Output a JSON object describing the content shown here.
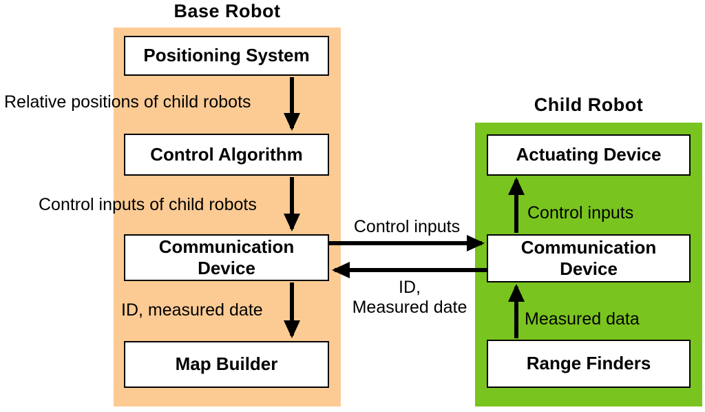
{
  "colors": {
    "background": "#FFFFFF",
    "base_panel": "#FCCB94",
    "child_panel": "#79C41F",
    "box_fill": "#FFFFFF",
    "box_border": "#000000",
    "arrow": "#000000",
    "text": "#000000"
  },
  "base_robot": {
    "title": "Base Robot",
    "boxes": {
      "positioning_system": "Positioning System",
      "control_algorithm": "Control Algorithm",
      "communication_device": "Communication\nDevice",
      "map_builder": "Map Builder"
    }
  },
  "child_robot": {
    "title": "Child Robot",
    "boxes": {
      "actuating_device": "Actuating Device",
      "communication_device": "Communication\nDevice",
      "range_finders": "Range Finders"
    }
  },
  "edge_labels": {
    "relative_positions": "Relative positions of child robots",
    "control_inputs_of_child_robots": "Control inputs of child robots",
    "id_measured_date": "ID, measured date",
    "control_inputs_base_to_child": "Control inputs",
    "id_measured_date_child_to_base": "ID,\nMeasured date",
    "control_inputs_internal": "Control inputs",
    "measured_data": "Measured data"
  }
}
